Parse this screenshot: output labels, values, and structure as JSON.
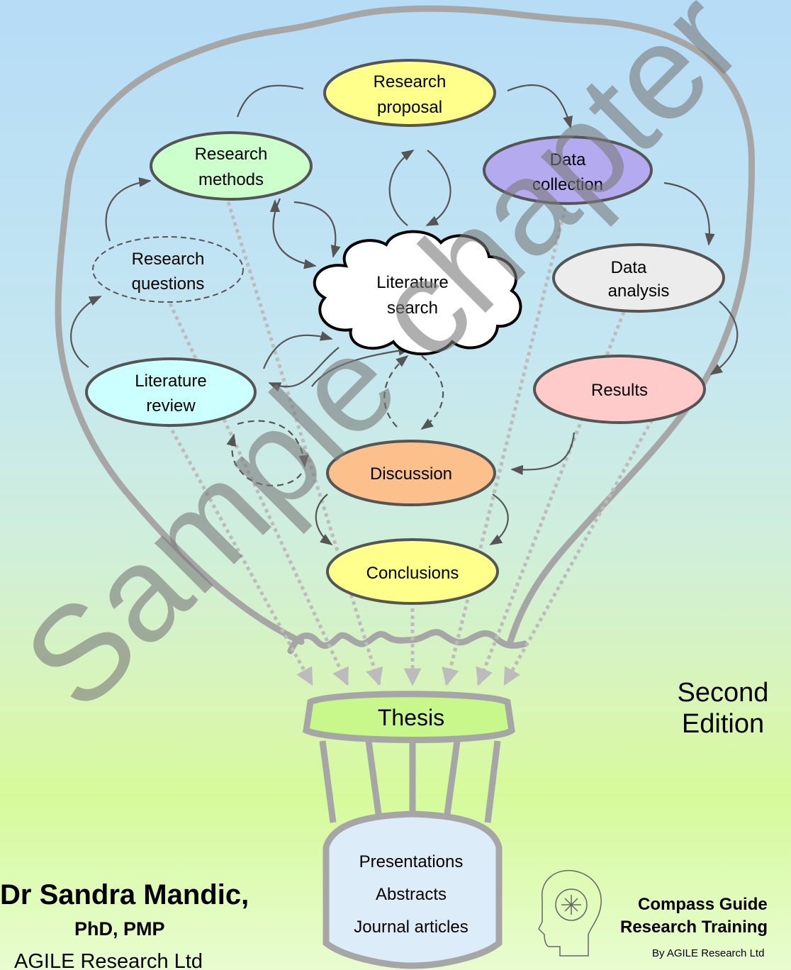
{
  "nodes": {
    "research_proposal": [
      "Research",
      "proposal"
    ],
    "research_methods": [
      "Research",
      "methods"
    ],
    "data_collection": [
      "Data",
      "collection"
    ],
    "research_questions": [
      "Research",
      "questions"
    ],
    "literature_search": [
      "Literature",
      "search"
    ],
    "data_analysis": [
      "Data",
      "analysis"
    ],
    "literature_review": [
      "Literature",
      "review"
    ],
    "results": "Results",
    "discussion": "Discussion",
    "conclusions": "Conclusions",
    "thesis": "Thesis",
    "outputs": [
      "Presentations",
      "Abstracts",
      "Journal articles"
    ]
  },
  "edition": [
    "Second",
    "Edition"
  ],
  "author": {
    "name": "Dr Sandra Mandic,",
    "credentials": "PhD, PMP",
    "organisation": "AGILE Research Ltd"
  },
  "series": {
    "line1": "Compass Guide",
    "line2": "Research Training",
    "byline": "By AGILE Research Ltd"
  },
  "watermark": "Sample chapter",
  "colors": {
    "research_proposal": "#ffff8c",
    "research_methods": "#ccffcc",
    "data_collection": "#b4aaf0",
    "data_analysis": "#ececec",
    "literature_review": "#ccffff",
    "results": "#ffcaca",
    "discussion": "#fcc08c",
    "conclusions": "#ffff8c",
    "thesis": "#c8f88c",
    "outputs": "#dcecf8",
    "balloon": "#a6a6a6",
    "watermark": "#7a7a7a"
  }
}
